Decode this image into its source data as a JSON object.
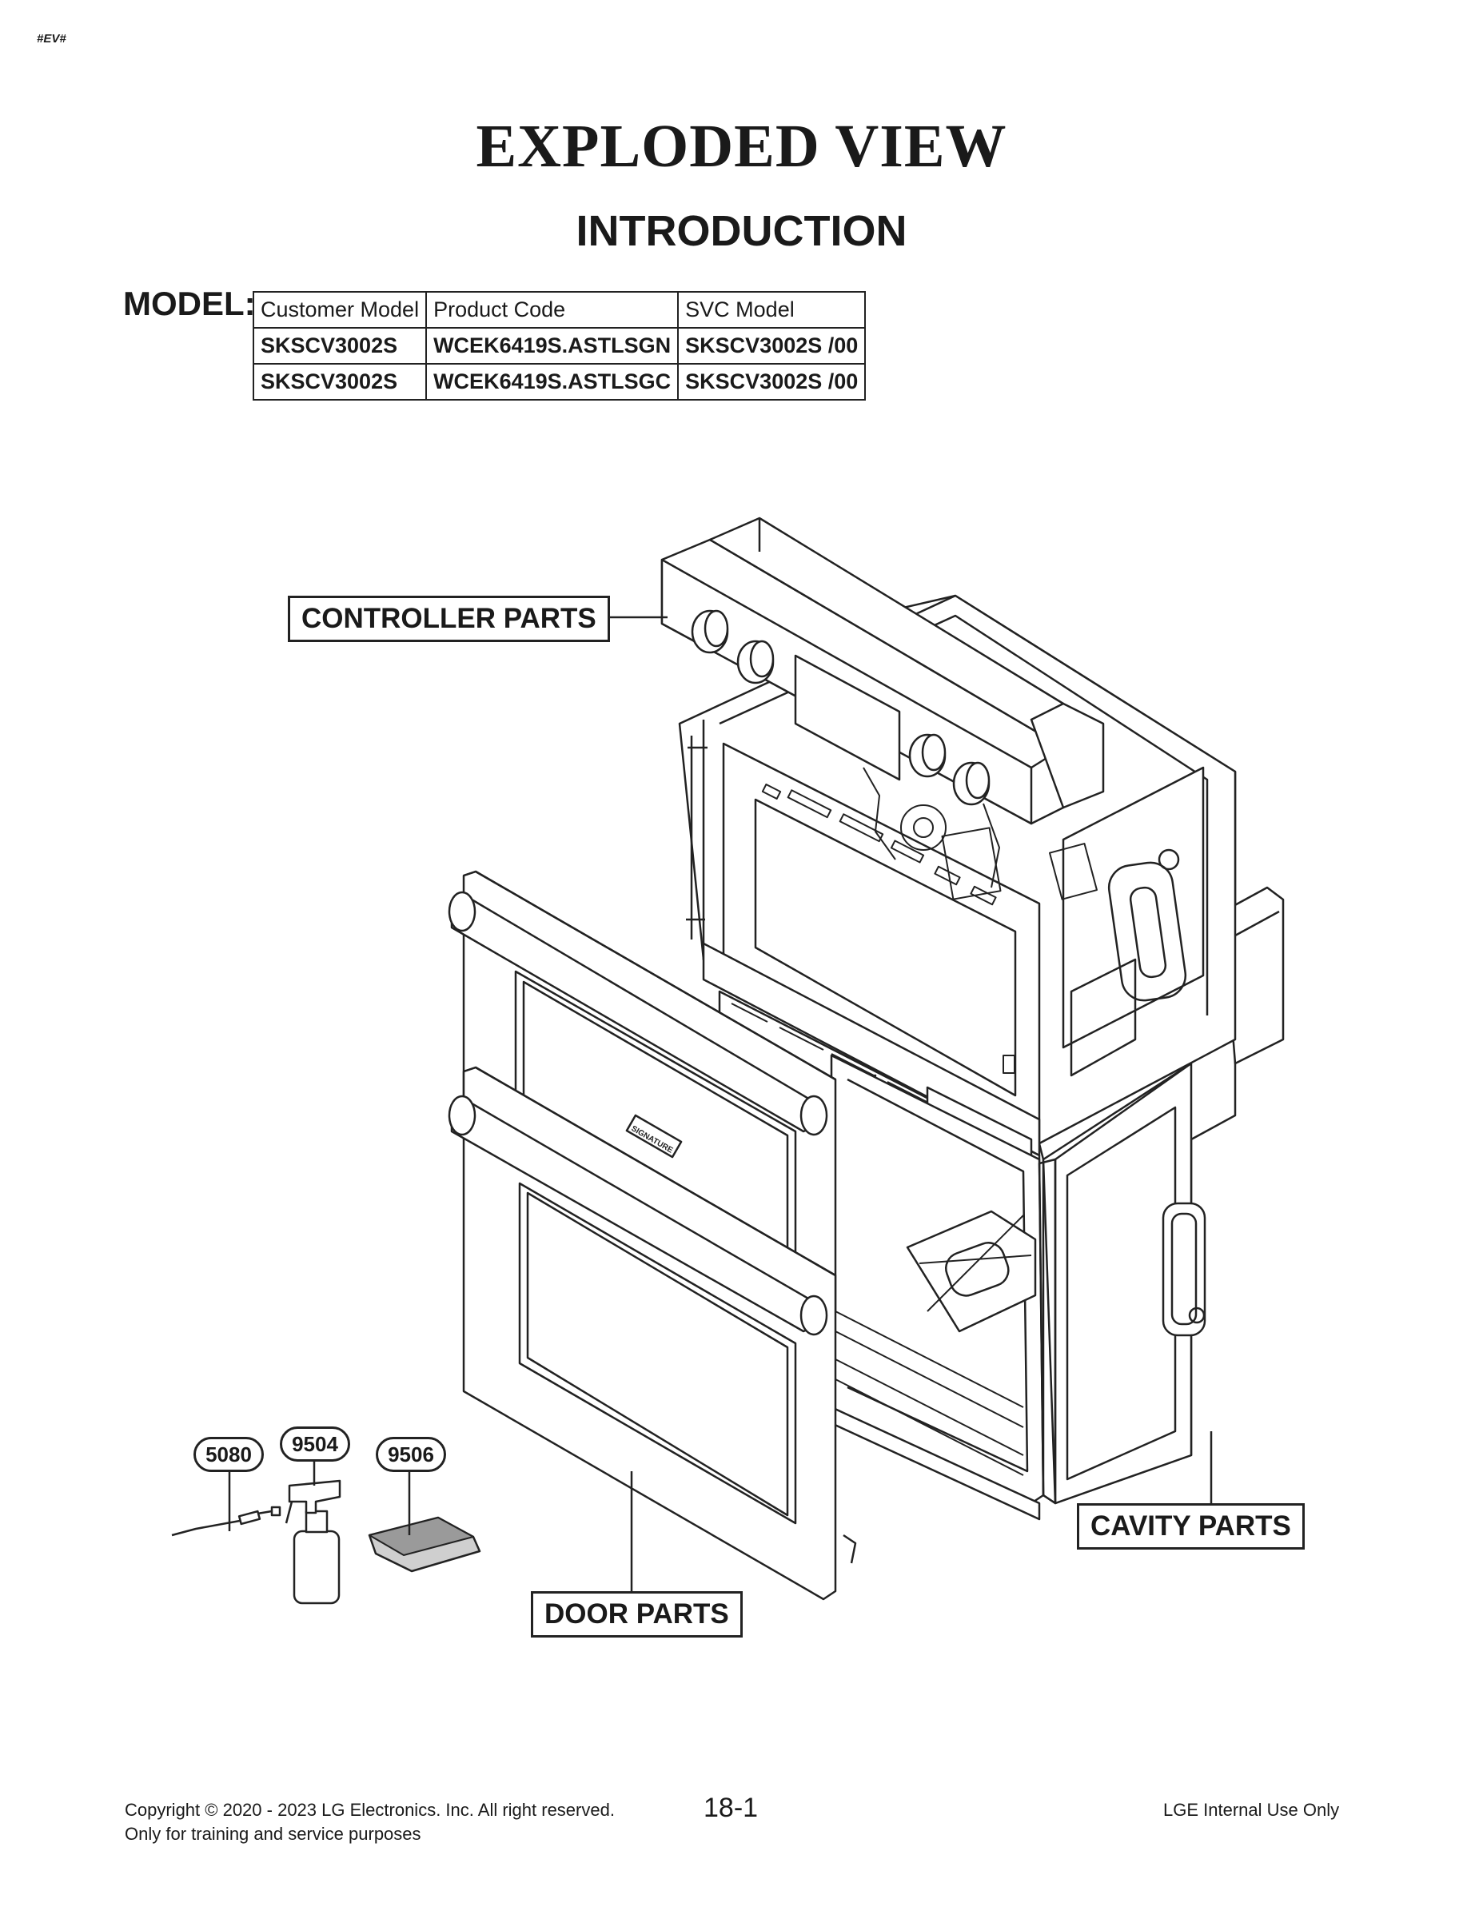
{
  "page_tag": "#EV#",
  "title": "EXPLODED VIEW",
  "subtitle": "INTRODUCTION",
  "model_label": "MODEL:",
  "model_table": {
    "headers": [
      "Customer Model",
      "Product Code",
      "SVC Model"
    ],
    "rows": [
      [
        "SKSCV3002S",
        "WCEK6419S.ASTLSGN",
        "SKSCV3002S /00"
      ],
      [
        "SKSCV3002S",
        "WCEK6419S.ASTLSGC",
        "SKSCV3002S /00"
      ]
    ]
  },
  "callouts": {
    "controller": "CONTROLLER PARTS",
    "cavity": "CAVITY PARTS",
    "door": "DOOR PARTS"
  },
  "part_numbers": [
    "5080",
    "9504",
    "9506"
  ],
  "door_logo": "SIGNATURE",
  "footer": {
    "copyright": "Copyright © 2020 - 2023 LG Electronics. Inc. All right reserved.",
    "note": "Only for training and service purposes",
    "page": "18-1",
    "internal": "LGE Internal Use Only"
  }
}
